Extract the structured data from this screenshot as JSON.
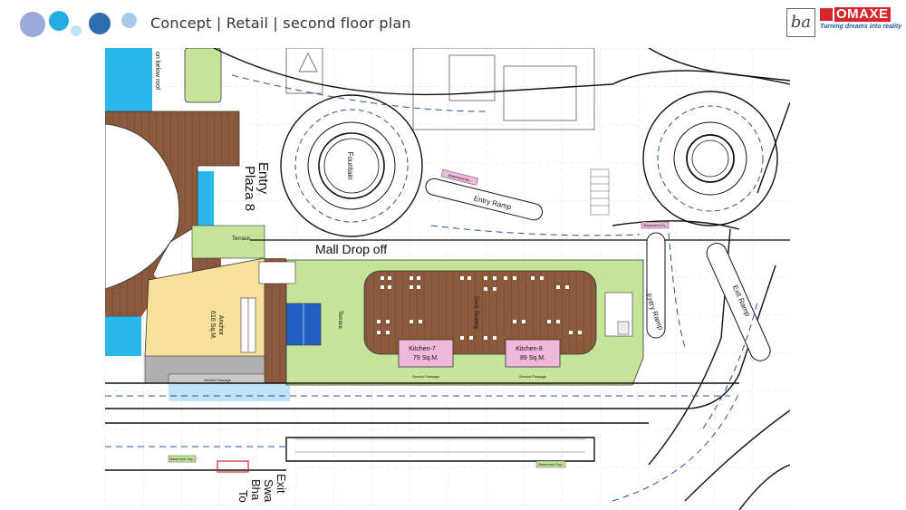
{
  "header": {
    "title": "Concept | Retail | second floor plan",
    "logo_ba": "ba",
    "logo_omaxe": "OMAXE",
    "omaxe_tagline": "Turning dreams into reality"
  },
  "colors": {
    "dot_1": "#9aa9d9",
    "dot_2": "#22aee3",
    "dot_3": "#bfe3f4",
    "dot_4": "#2e6db0",
    "dot_5": "#a9c8e8",
    "terrace_green": "#c6e59b",
    "deck_brown": "#8b5a3c",
    "anchor_yellow": "#f6e09a",
    "kitchen_pink": "#f0b8da",
    "water_cyan": "#29b8e8",
    "service_grey": "#b0b0b0",
    "lift_blue": "#1f5fc2",
    "route_blue": "#2a4f9a"
  },
  "plan": {
    "labels": {
      "entry_plaza": "Entry",
      "entry_plaza_2": "Plaza 8",
      "fountain": "Fountain",
      "entry_ramp_top": "Entry Ramp",
      "entry_ramp_right": "Entry Ramp",
      "exit_ramp": "Exit Ramp",
      "mall_drop_off": "Mall Drop off",
      "terrace_top": "Terrace",
      "terrace_mid": "Terrace",
      "deck_seating": "Deck Seating",
      "anchor": "Anchor",
      "anchor_area": "616 Sq.M.",
      "kitchen_7": "Kitchen-7",
      "kitchen_7_area": "79 Sq.M.",
      "kitchen_8": "Kitchen-8",
      "kitchen_8_area": "89 Sq.M.",
      "service_passage_1": "Service Passage",
      "service_passage_2": "Service Passage",
      "service_passage_3": "Service Passage",
      "basement_ex_1": "Basement Ex.",
      "basement_ex_2": "Basement Ex.",
      "basement_sup_1": "Basement Sup.",
      "basement_sup_2": "Basement Sup.",
      "exit": "Exit",
      "exit_2": "Swa",
      "exit_3": "Bha",
      "exit_4": "To",
      "below_roof": "on below roof"
    }
  }
}
